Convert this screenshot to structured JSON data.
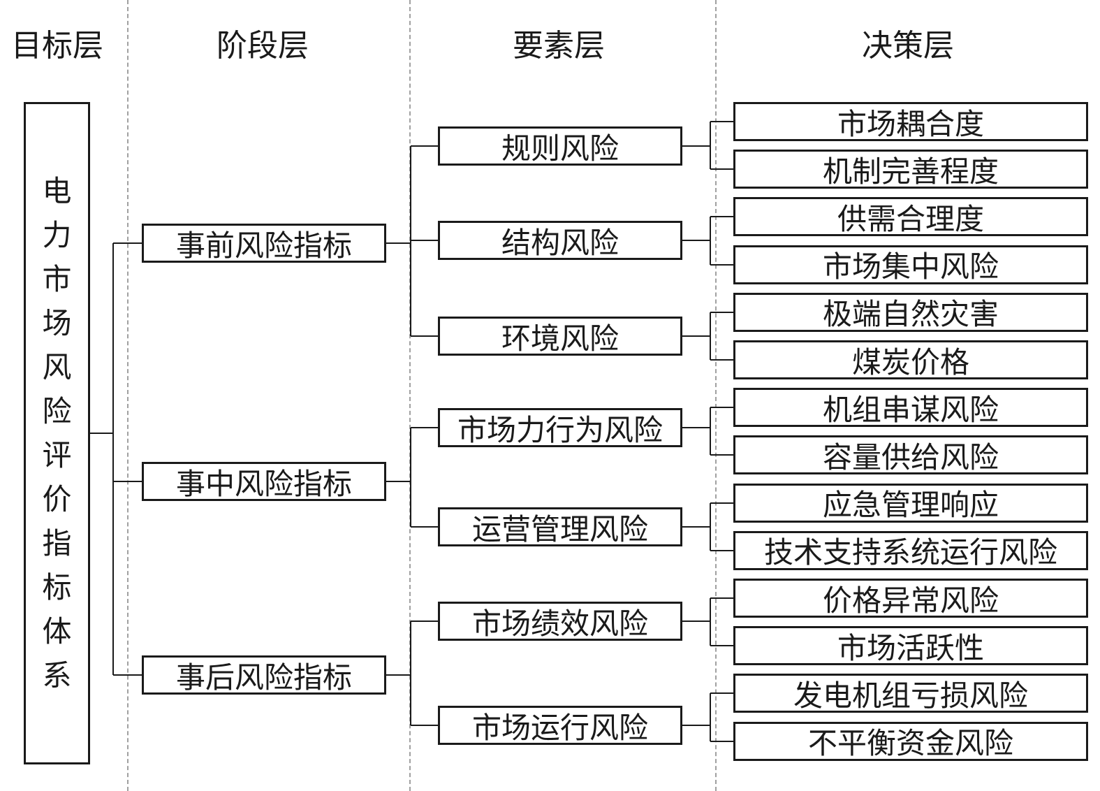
{
  "layers": [
    "目标层",
    "阶段层",
    "要素层",
    "决策层"
  ],
  "root": {
    "label": "电力市场风险评价指标体系"
  },
  "stages": [
    {
      "label": "事前风险指标",
      "elements": [
        {
          "label": "规则风险",
          "decisions": [
            "市场耦合度",
            "机制完善程度"
          ]
        },
        {
          "label": "结构风险",
          "decisions": [
            "供需合理度",
            "市场集中风险"
          ]
        },
        {
          "label": "环境风险",
          "decisions": [
            "极端自然灾害",
            "煤炭价格"
          ]
        }
      ]
    },
    {
      "label": "事中风险指标",
      "elements": [
        {
          "label": "市场力行为风险",
          "decisions": [
            "机组串谋风险",
            "容量供给风险"
          ]
        },
        {
          "label": "运营管理风险",
          "decisions": [
            "应急管理响应",
            "技术支持系统运行风险"
          ]
        }
      ]
    },
    {
      "label": "事后风险指标",
      "elements": [
        {
          "label": "市场绩效风险",
          "decisions": [
            "价格异常风险",
            "市场活跃性"
          ]
        },
        {
          "label": "市场运行风险",
          "decisions": [
            "发电机组亏损风险",
            "不平衡资金风险"
          ]
        }
      ]
    }
  ]
}
